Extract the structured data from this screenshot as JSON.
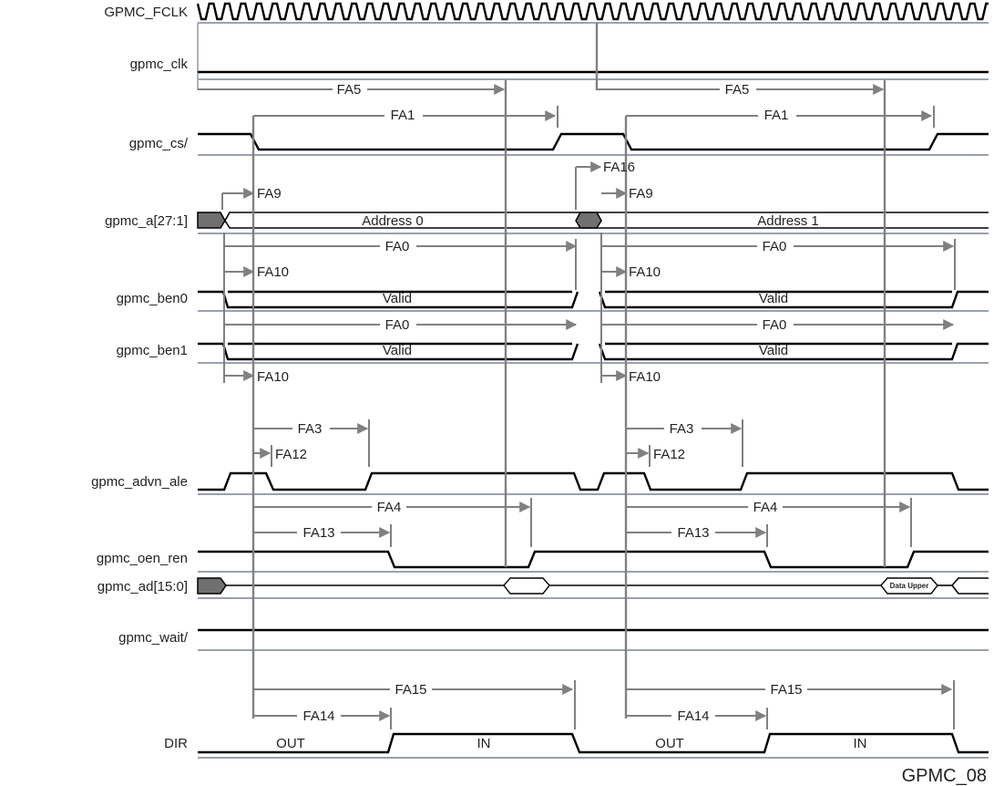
{
  "signals": {
    "fclk": "GPMC_FCLK",
    "clk": "gpmc_clk",
    "cs": "gpmc_cs/",
    "addr": "gpmc_a[27:1]",
    "ben0": "gpmc_ben0",
    "ben1": "gpmc_ben1",
    "advn": "gpmc_advn_ale",
    "oen": "gpmc_oen_ren",
    "ad": "gpmc_ad[15:0]",
    "wait": "gpmc_wait/",
    "dir": "DIR"
  },
  "values": {
    "address0": "Address 0",
    "address1": "Address 1",
    "valid": "Valid",
    "data_upper": "Data Upper",
    "out": "OUT",
    "in": "IN"
  },
  "timing_params": {
    "fa5": "FA5",
    "fa1": "FA1",
    "fa16": "FA16",
    "fa9": "FA9",
    "fa0": "FA0",
    "fa10": "FA10",
    "fa3": "FA3",
    "fa12": "FA12",
    "fa4": "FA4",
    "fa13": "FA13",
    "fa15": "FA15",
    "fa14": "FA14"
  },
  "figure_id": "GPMC_08"
}
